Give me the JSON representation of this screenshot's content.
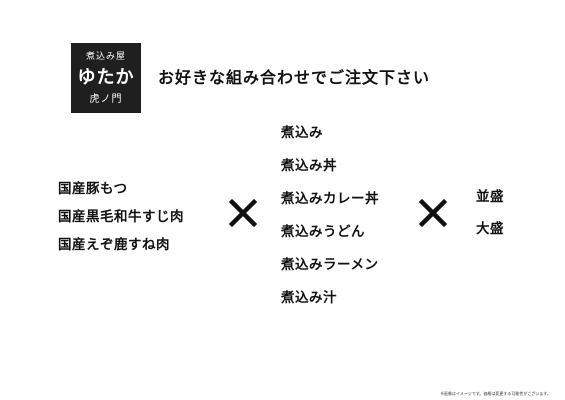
{
  "logo": {
    "top": "煮込み屋",
    "main": "ゆたか",
    "bottom": "虎ノ門"
  },
  "heading": "お好きな組み合わせでご注文下さい",
  "meats": [
    "国産豚もつ",
    "国産黒毛和牛すじ肉",
    "国産えぞ鹿すね肉"
  ],
  "dishes": [
    "煮込み",
    "煮込み丼",
    "煮込みカレー丼",
    "煮込みうどん",
    "煮込みラーメン",
    "煮込み汁"
  ],
  "sizes": [
    "並盛",
    "大盛"
  ],
  "footnote": "※画像はイメージです。価格は変更する可能性がございます。",
  "colors": {
    "logo_bg": "#1f1f1f",
    "text": "#111111"
  },
  "icons": {
    "operator": "multiply-icon"
  }
}
